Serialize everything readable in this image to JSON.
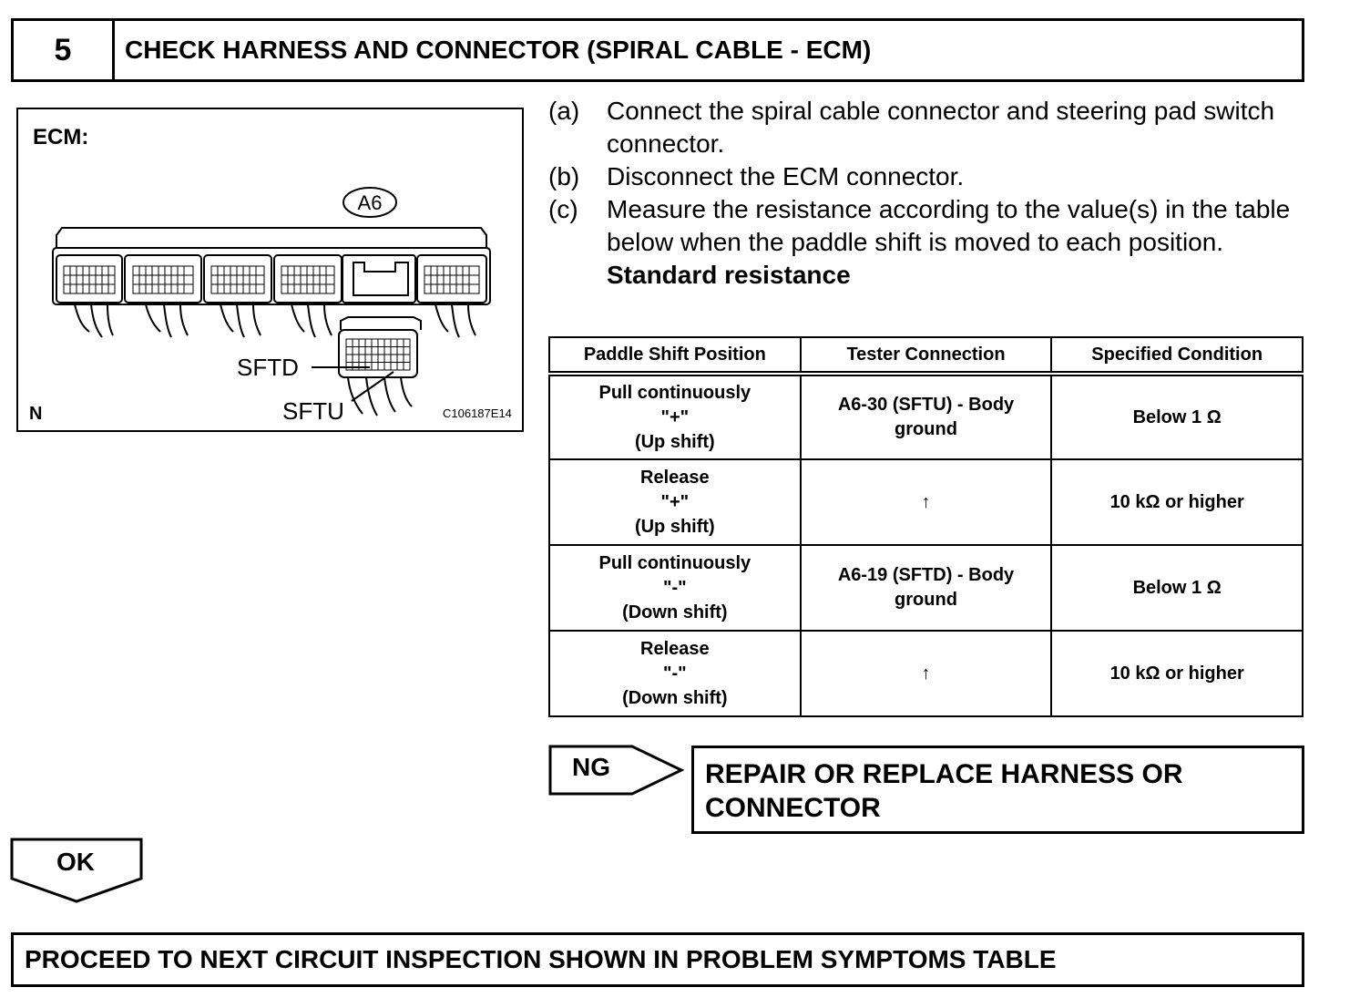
{
  "header": {
    "step_number": "5",
    "title": "CHECK HARNESS AND CONNECTOR (SPIRAL CABLE - ECM)"
  },
  "figure": {
    "heading": "ECM:",
    "connector_label": "A6",
    "pin_labels": [
      "SFTD",
      "SFTU"
    ],
    "corner_mark": "N",
    "figure_code": "C106187E14"
  },
  "instructions": [
    {
      "label": "(a)",
      "text": "Connect the spiral cable connector and steering pad switch connector."
    },
    {
      "label": "(b)",
      "text": "Disconnect the ECM connector."
    },
    {
      "label": "(c)",
      "text": "Measure the resistance according to the value(s) in the table below when the paddle shift is moved to each position."
    }
  ],
  "standard_resistance_label": "Standard resistance",
  "table": {
    "headers": [
      "Paddle Shift Position",
      "Tester Connection",
      "Specified Condition"
    ],
    "rows": [
      [
        "Pull continuously\n\"+\"\n(Up shift)",
        "A6-30 (SFTU) - Body\nground",
        "Below 1 Ω"
      ],
      [
        "Release\n\"+\"\n(Up shift)",
        "↑",
        "10 kΩ or higher"
      ],
      [
        "Pull continuously\n\"-\"\n(Down shift)",
        "A6-19 (SFTD) - Body\nground",
        "Below 1 Ω"
      ],
      [
        "Release\n\"-\"\n(Down shift)",
        "↑",
        "10 kΩ or higher"
      ]
    ]
  },
  "ng": {
    "label": "NG",
    "action": "REPAIR OR REPLACE HARNESS OR\nCONNECTOR"
  },
  "ok": {
    "label": "OK"
  },
  "next_step": "PROCEED TO NEXT CIRCUIT INSPECTION SHOWN IN PROBLEM SYMPTOMS TABLE"
}
